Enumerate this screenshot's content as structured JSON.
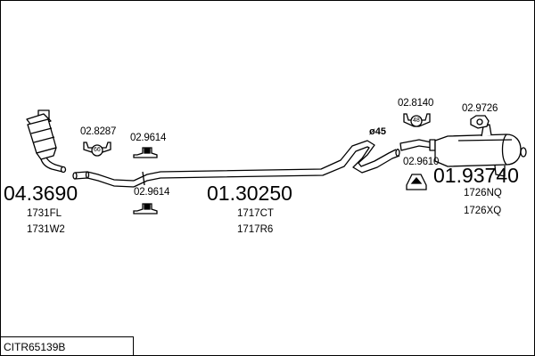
{
  "drawing_code": "CITR65139B",
  "parts": {
    "catalytic_converter": {
      "number": "04.3690",
      "refs": [
        "1731FL",
        "1731W2"
      ]
    },
    "middle_pipe": {
      "number": "01.30250",
      "refs": [
        "1717CT",
        "1717R6"
      ]
    },
    "rear_silencer": {
      "number": "01.93740",
      "refs": [
        "1726NQ",
        "1726XQ"
      ]
    }
  },
  "accessories": {
    "clamp_front": {
      "code": "02.8287",
      "badge": "66"
    },
    "hanger_upper": {
      "code": "02.9614"
    },
    "hanger_lower": {
      "code": "02.9614"
    },
    "clamp_rear": {
      "code": "02.8140",
      "badge": "48"
    },
    "hanger_rear_top": {
      "code": "02.9726"
    },
    "hanger_rear_low": {
      "code": "02.9610"
    }
  },
  "diameter_note": "ø45"
}
